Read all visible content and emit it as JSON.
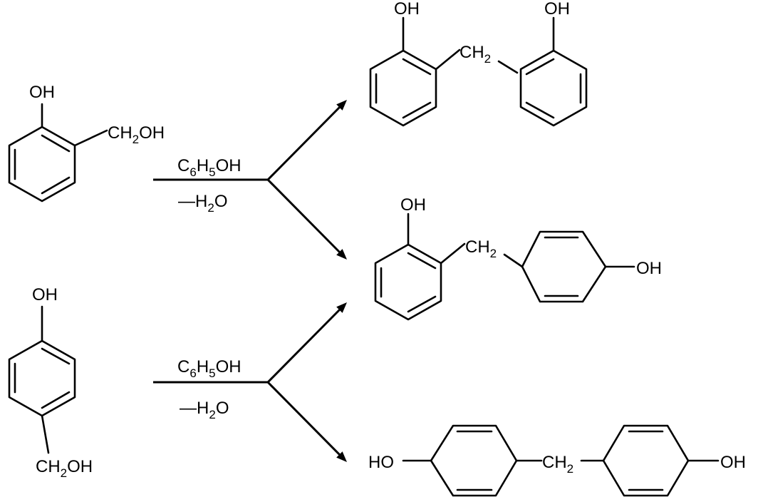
{
  "labels": {
    "oh": "OH",
    "ho": "HO",
    "ch": "CH",
    "oh_suffix": "OH",
    "sub2": "2",
    "sub6": "6",
    "sub5": "5",
    "c": "C",
    "h": "H",
    "h2o_prefix": "—H",
    "o": "O"
  }
}
